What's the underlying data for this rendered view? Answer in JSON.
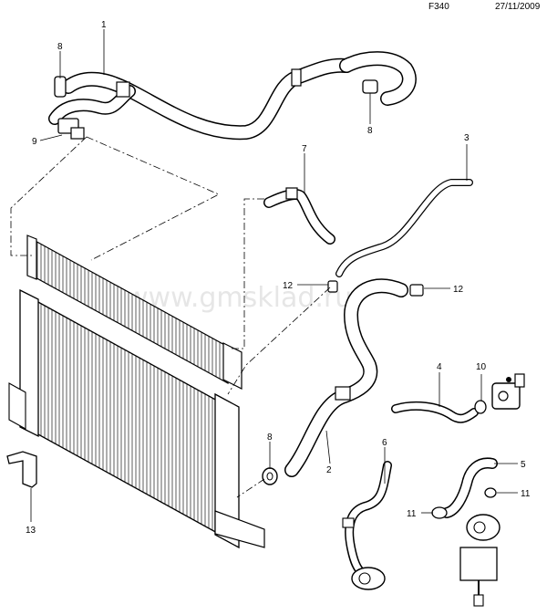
{
  "header": {
    "diagram_code": "F340",
    "date": "27/11/2009"
  },
  "watermark": "www.gmsklad.ru",
  "callouts": [
    {
      "id": "c1",
      "label": "1"
    },
    {
      "id": "c2",
      "label": "2"
    },
    {
      "id": "c3",
      "label": "3"
    },
    {
      "id": "c4",
      "label": "4"
    },
    {
      "id": "c5",
      "label": "5"
    },
    {
      "id": "c6",
      "label": "6"
    },
    {
      "id": "c7",
      "label": "7"
    },
    {
      "id": "c8a",
      "label": "8"
    },
    {
      "id": "c8b",
      "label": "8"
    },
    {
      "id": "c8c",
      "label": "8"
    },
    {
      "id": "c9",
      "label": "9"
    },
    {
      "id": "c10",
      "label": "10"
    },
    {
      "id": "c11a",
      "label": "11"
    },
    {
      "id": "c11b",
      "label": "11"
    },
    {
      "id": "c12a",
      "label": "12"
    },
    {
      "id": "c12b",
      "label": "12"
    },
    {
      "id": "c13",
      "label": "13"
    }
  ]
}
